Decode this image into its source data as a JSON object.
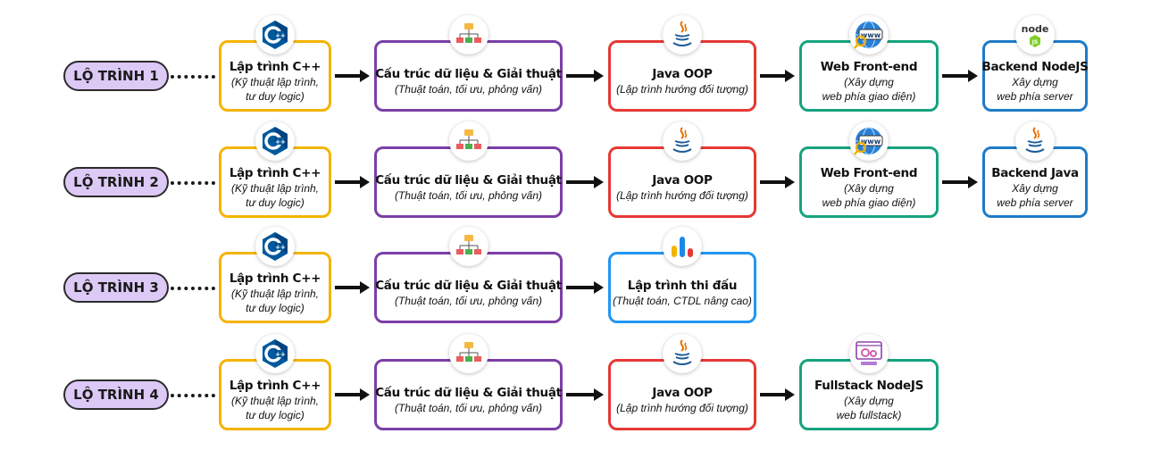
{
  "routes": [
    {
      "label": "LỘ TRÌNH 1",
      "steps": [
        {
          "title": "Lập trình C++",
          "sub1": "(Kỹ thuật lập trình,",
          "sub2": "tư duy logic)",
          "icon": "cpp-icon"
        },
        {
          "title": "Cấu trúc dữ liệu & Giải thuật",
          "sub1": "(Thuật toán, tối ưu, phỏng vấn)",
          "sub2": "",
          "icon": "data-structure-icon"
        },
        {
          "title": "Java OOP",
          "sub1": "(Lập trình hướng đối tượng)",
          "sub2": "",
          "icon": "java-icon"
        },
        {
          "title": "Web Front-end",
          "sub1": "(Xây dựng",
          "sub2": "web phía giao diện)",
          "icon": "www-icon"
        },
        {
          "title": "Backend NodeJS",
          "sub1": "Xây dựng",
          "sub2": "web phía server",
          "icon": "nodejs-icon"
        }
      ]
    },
    {
      "label": "LỘ TRÌNH 2",
      "steps": [
        {
          "title": "Lập trình C++",
          "sub1": "(Kỹ thuật lập trình,",
          "sub2": "tư duy logic)",
          "icon": "cpp-icon"
        },
        {
          "title": "Cấu trúc dữ liệu & Giải thuật",
          "sub1": "(Thuật toán, tối ưu, phỏng vấn)",
          "sub2": "",
          "icon": "data-structure-icon"
        },
        {
          "title": "Java OOP",
          "sub1": "(Lập trình hướng đối tượng)",
          "sub2": "",
          "icon": "java-icon"
        },
        {
          "title": "Web Front-end",
          "sub1": "(Xây dựng",
          "sub2": "web phía giao diện)",
          "icon": "www-icon"
        },
        {
          "title": "Backend Java",
          "sub1": "Xây dựng",
          "sub2": "web phía server",
          "icon": "java-icon"
        }
      ]
    },
    {
      "label": "LỘ TRÌNH 3",
      "steps": [
        {
          "title": "Lập trình C++",
          "sub1": "(Kỹ thuật lập trình,",
          "sub2": "tư duy logic)",
          "icon": "cpp-icon"
        },
        {
          "title": "Cấu trúc dữ liệu & Giải thuật",
          "sub1": "(Thuật toán, tối ưu, phỏng vấn)",
          "sub2": "",
          "icon": "data-structure-icon"
        },
        {
          "title": "Lập trình thi đấu",
          "sub1": "(Thuật toán, CTDL nâng cao)",
          "sub2": "",
          "icon": "bar-chart-icon"
        }
      ]
    },
    {
      "label": "LỘ TRÌNH 4",
      "steps": [
        {
          "title": "Lập trình C++",
          "sub1": "(Kỹ thuật lập trình,",
          "sub2": "tư duy logic)",
          "icon": "cpp-icon"
        },
        {
          "title": "Cấu trúc dữ liệu & Giải thuật",
          "sub1": "(Thuật toán, tối ưu, phỏng vấn)",
          "sub2": "",
          "icon": "data-structure-icon"
        },
        {
          "title": "Java OOP",
          "sub1": "(Lập trình hướng đối tượng)",
          "sub2": "",
          "icon": "java-icon"
        },
        {
          "title": "Fullstack NodeJS",
          "sub1": "(Xây dựng",
          "sub2": "web fullstack)",
          "icon": "fullstack-gear-icon"
        }
      ]
    }
  ],
  "colors": {
    "pill_bg": "#dcc9f5",
    "cpp": "#f4b400",
    "dsa": "#7b3fa6",
    "java": "#e53935",
    "web": "#16a37f",
    "backend": "#1e7bc7",
    "competitive": "#2196f3"
  },
  "icons": {
    "nodejs_text": "node"
  }
}
